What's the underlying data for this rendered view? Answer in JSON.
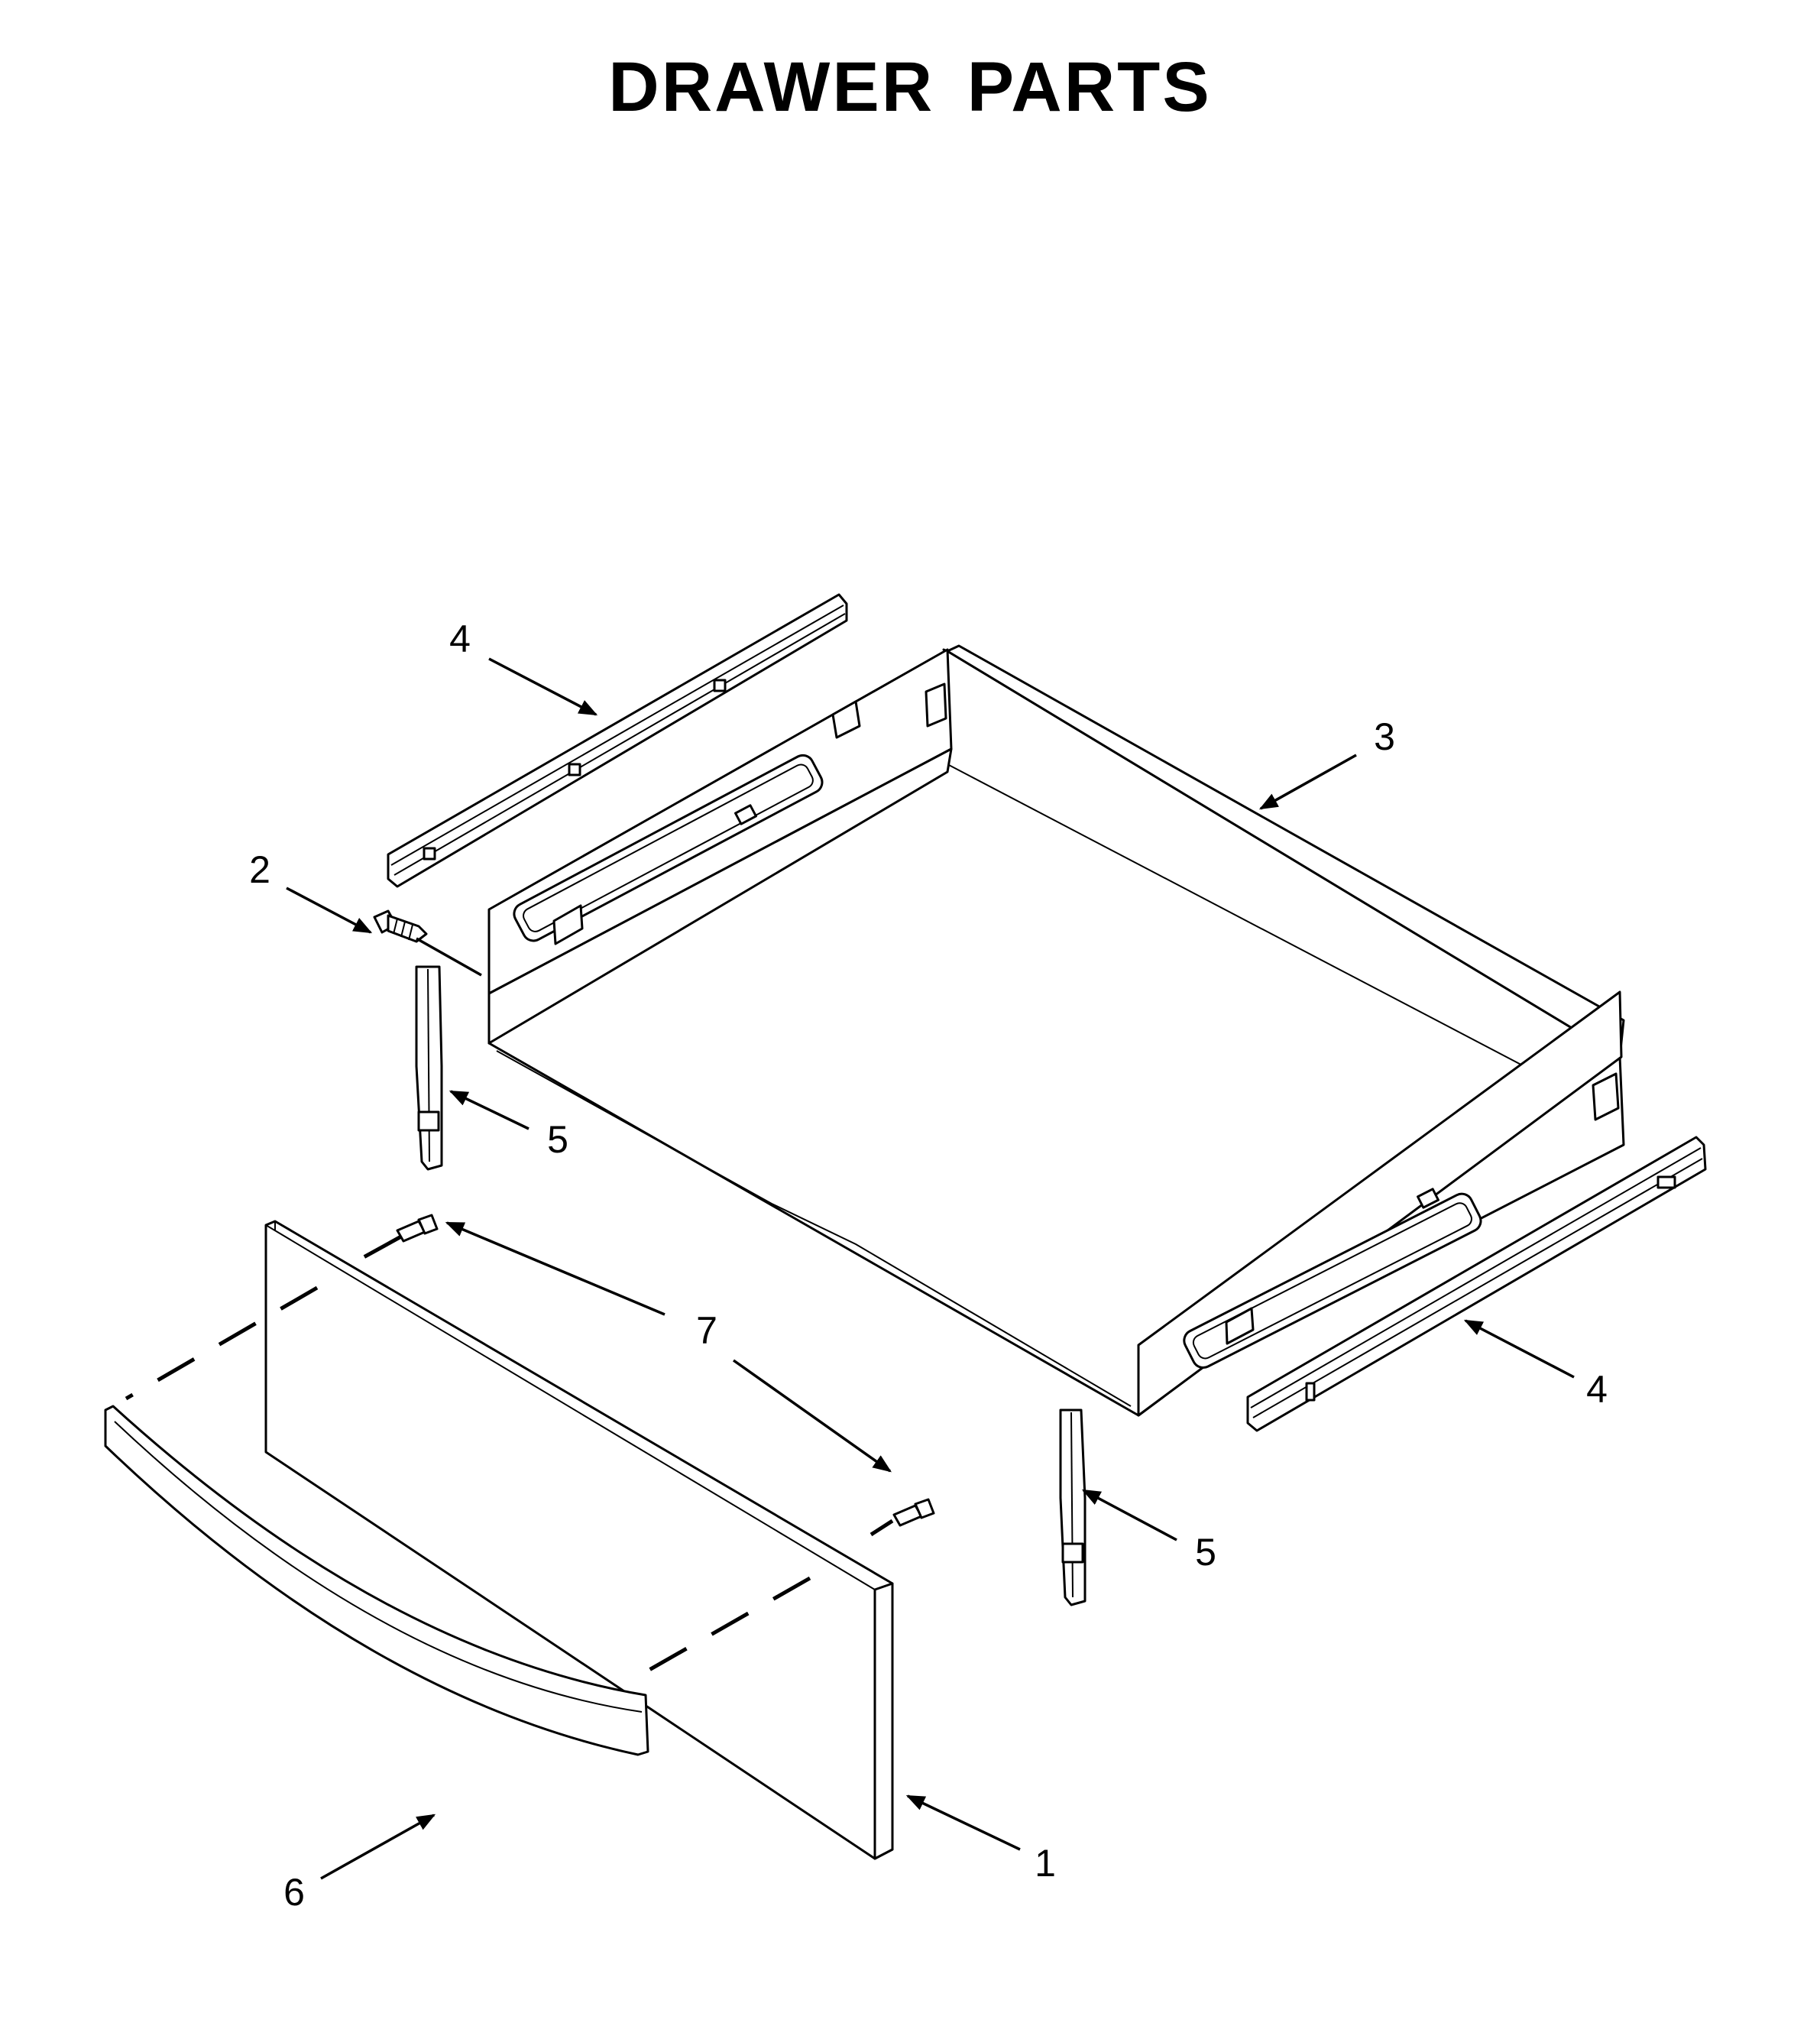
{
  "title": "DRAWER PARTS",
  "callouts": {
    "part_1": "1",
    "part_2": "2",
    "part_3": "3",
    "part_4_rear": "4",
    "part_4_front": "4",
    "part_5_left": "5",
    "part_5_right": "5",
    "part_6": "6",
    "part_7": "7"
  }
}
